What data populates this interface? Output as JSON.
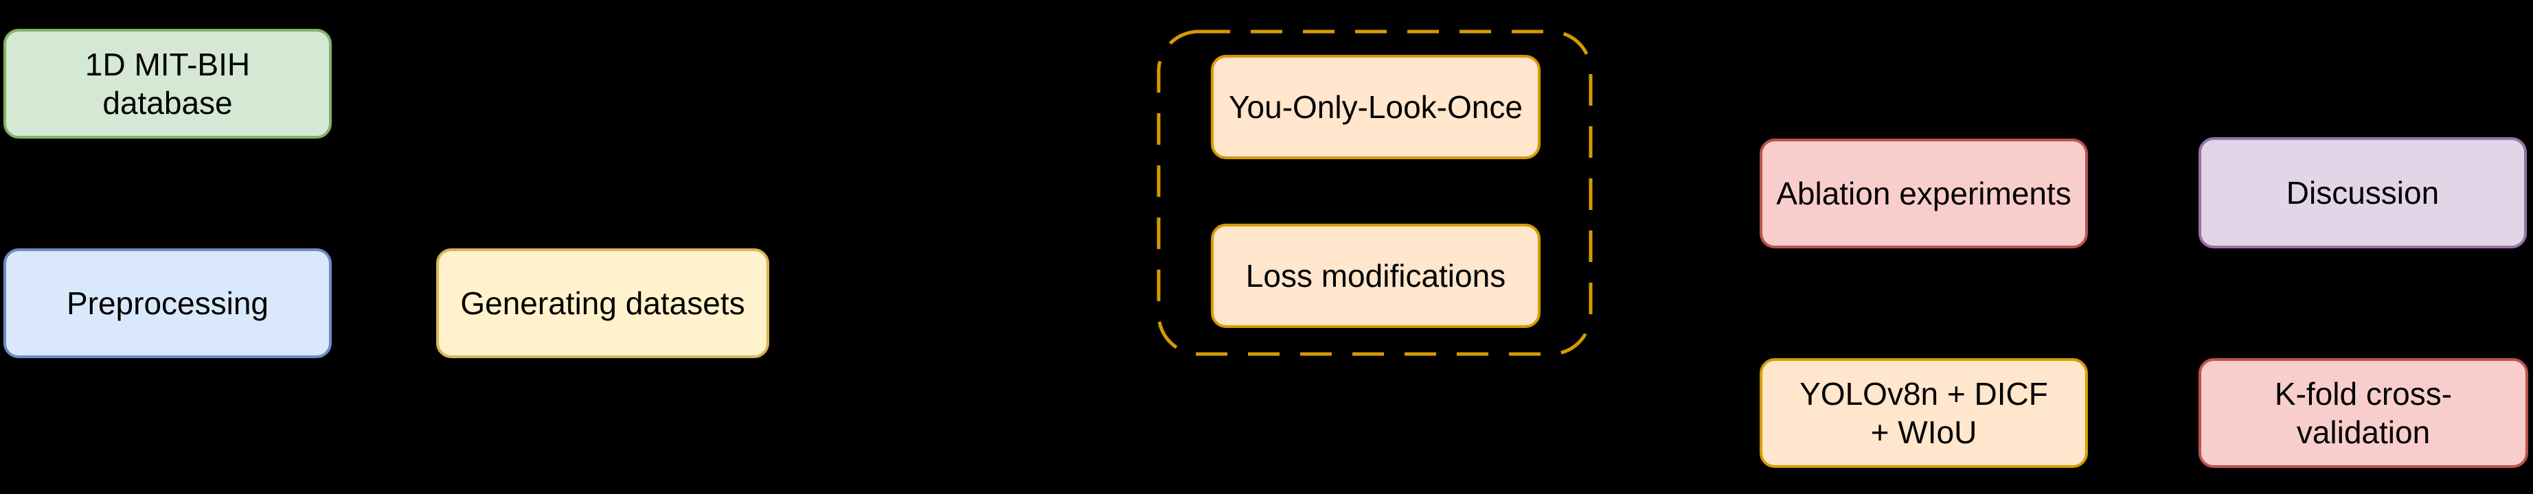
{
  "diagram": {
    "type": "flowchart",
    "background": "#000000",
    "nodes": {
      "mitbih": {
        "label": "1D MIT-BIH\ndatabase",
        "fill": "#d5e8d4",
        "stroke": "#82b366"
      },
      "preprocessing": {
        "label": "Preprocessing",
        "fill": "#dae8fc",
        "stroke": "#6c8ebf"
      },
      "generating": {
        "label": "Generating datasets",
        "fill": "#fff2cc",
        "stroke": "#d6b656"
      },
      "yolo": {
        "label": "You-Only-Look-Once",
        "fill": "#ffe6cc",
        "stroke": "#d79b00"
      },
      "loss": {
        "label": "Loss modifications",
        "fill": "#ffe6cc",
        "stroke": "#d79b00"
      },
      "ablation": {
        "label": "Ablation experiments",
        "fill": "#f8cecc",
        "stroke": "#b85450"
      },
      "yolov8n": {
        "label": "YOLOv8n + DICF\n+ WIoU",
        "fill": "#ffe6cc",
        "stroke": "#d79b00"
      },
      "discussion": {
        "label": "Discussion",
        "fill": "#e1d5e7",
        "stroke": "#9673a6"
      },
      "kfold": {
        "label": "K-fold cross-\nvalidation",
        "fill": "#f8cecc",
        "stroke": "#b85450"
      }
    },
    "groups": {
      "yolo_group": {
        "label": "",
        "stroke": "#d79b00",
        "style": "dashed"
      }
    },
    "text_color": "#000000"
  }
}
